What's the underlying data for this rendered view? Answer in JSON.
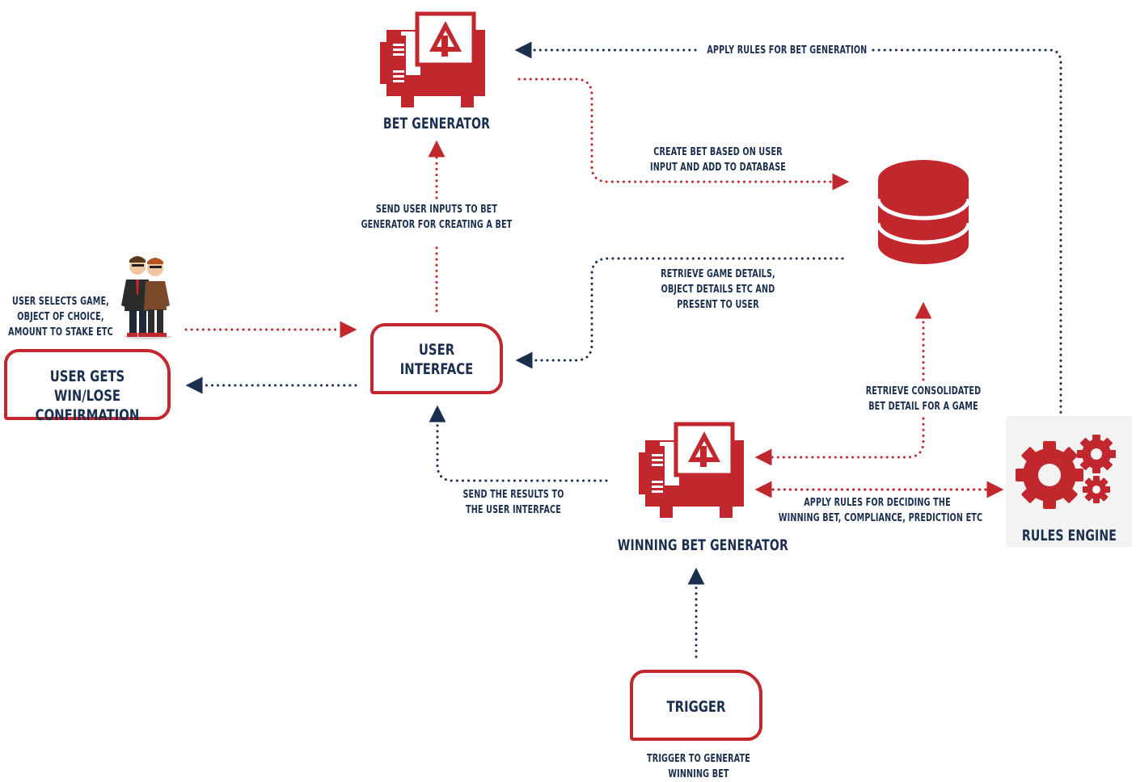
{
  "nodes": {
    "bet_generator": "Bet Generator",
    "database": "",
    "user_interface": [
      "User",
      "Interface"
    ],
    "rules_engine": "Rules Engine",
    "winning_bet_generator": "Winning Bet Generator",
    "trigger": "Trigger",
    "user_confirmation": [
      "User gets win/lose",
      "confirmation"
    ]
  },
  "edges": {
    "apply_rules_bet_generation": "Apply rules for Bet Generation",
    "create_bet": [
      "Create bet based on user",
      "input and add to Database"
    ],
    "send_user_inputs": [
      "Send User Inputs to bet",
      "generator for creating a bet"
    ],
    "retrieve_game_details": [
      "Retrieve Game Details,",
      "Object Details etc and",
      "present to user"
    ],
    "user_selects": [
      "User selects game,",
      "object of choice,",
      "amount to stake etc"
    ],
    "retrieve_consolidated": [
      "Retrieve Consolidated",
      "bet detail for a game"
    ],
    "apply_rules_winning": [
      "Apply Rules for deciding the",
      "winning bet, compliance, prediction etc"
    ],
    "send_results": [
      "Send the results to",
      "the user interface"
    ],
    "trigger_to_generate": [
      "Trigger to generate",
      "winning bet"
    ]
  },
  "colors": {
    "red": "#c1272d",
    "navy": "#1a2e4e"
  },
  "icons": [
    "generator-icon",
    "database-icon",
    "gears-icon",
    "users-icon"
  ]
}
